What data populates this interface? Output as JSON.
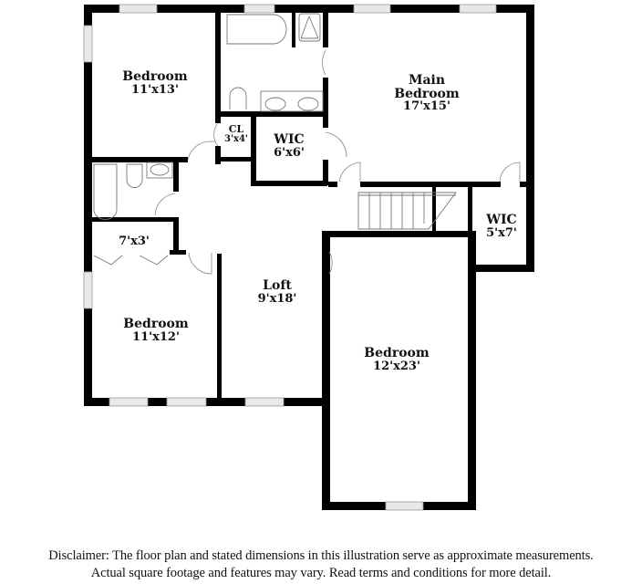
{
  "floor_plan": {
    "colors": {
      "wall": "#000000",
      "fixture": "#888888",
      "window": "#cccccc",
      "background": "#ffffff"
    },
    "rooms": [
      {
        "id": "bedroom-nw",
        "name": "Bedroom",
        "dimensions": "11'x13'"
      },
      {
        "id": "main-bedroom",
        "name": "Main\nBedroom",
        "name_line1": "Main",
        "name_line2": "Bedroom",
        "dimensions": "17'x15'"
      },
      {
        "id": "closet",
        "name": "CL",
        "dimensions": "3'x4'"
      },
      {
        "id": "wic-main",
        "name": "WIC",
        "dimensions": "6'x6'"
      },
      {
        "id": "wic-east",
        "name": "WIC",
        "dimensions": "5'x7'"
      },
      {
        "id": "closet-west",
        "name": "",
        "dimensions": "7'x3'"
      },
      {
        "id": "loft",
        "name": "Loft",
        "dimensions": "9'x18'"
      },
      {
        "id": "bedroom-sw",
        "name": "Bedroom",
        "dimensions": "11'x12'"
      },
      {
        "id": "bedroom-se",
        "name": "Bedroom",
        "dimensions": "12'x23'"
      }
    ],
    "icons": {
      "bathtub": "bathtub-icon",
      "shower": "shower-icon",
      "toilet": "toilet-icon",
      "sink": "sink-icon",
      "stairs": "stairs-icon",
      "door": "door-swing-icon",
      "window": "window-icon"
    }
  },
  "disclaimer": {
    "line1": "Disclaimer: The floor plan and stated dimensions in this illustration serve as approximate measurements.",
    "line2": "Actual square footage and features may vary. Read terms and conditions for more detail."
  }
}
